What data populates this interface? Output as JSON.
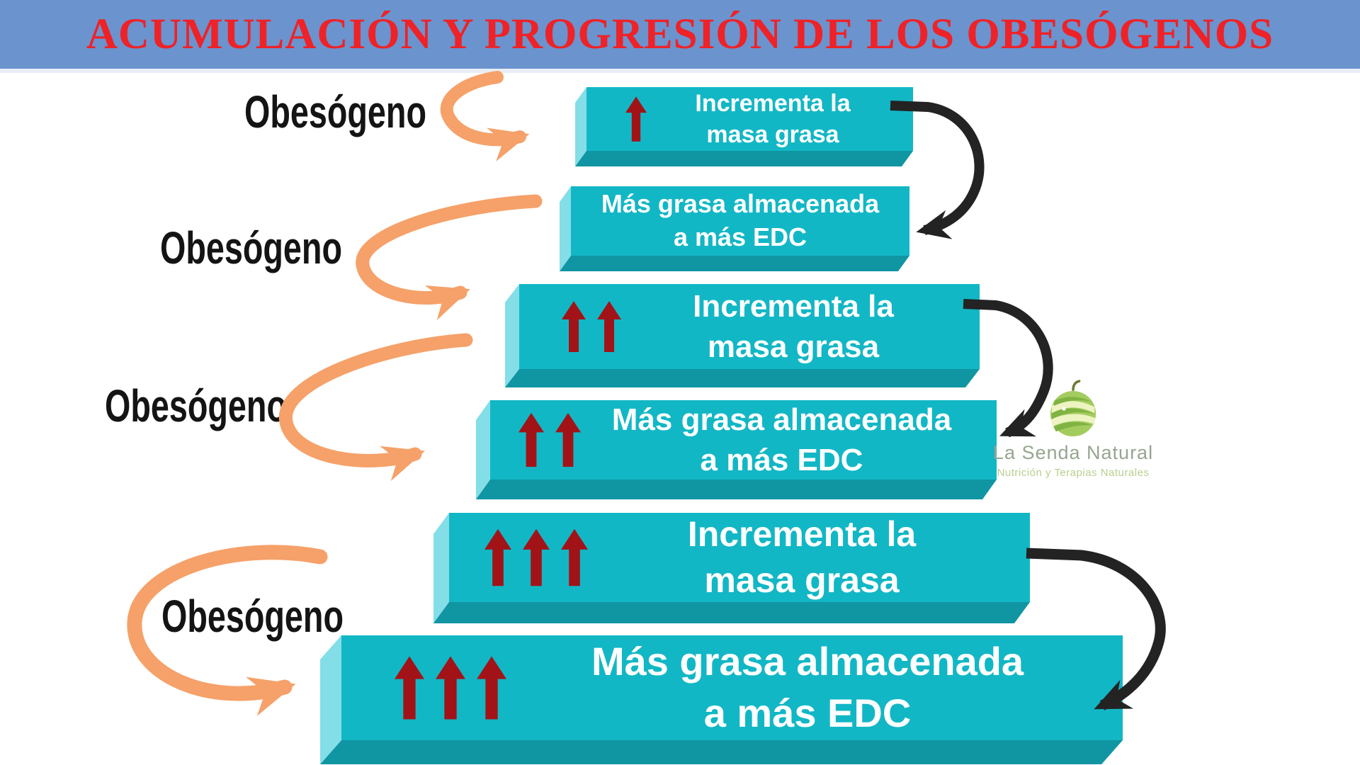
{
  "header": {
    "title": "ACUMULACIÓN Y PROGRESIÓN DE LOS OBESÓGENOS"
  },
  "side_labels": [
    "Obesógeno",
    "Obesógeno",
    "Obesógeno",
    "Obesógeno"
  ],
  "boxes": [
    {
      "line1": "Incrementa la",
      "line2": "masa grasa",
      "up_arrows": 1
    },
    {
      "line1": "Más grasa almacenada",
      "line2": "a más EDC",
      "up_arrows": 0
    },
    {
      "line1": "Incrementa la",
      "line2": "masa grasa",
      "up_arrows": 2
    },
    {
      "line1": "Más grasa almacenada",
      "line2": "a más EDC",
      "up_arrows": 2
    },
    {
      "line1": "Incrementa la",
      "line2": "masa grasa",
      "up_arrows": 3
    },
    {
      "line1": "Más grasa almacenada",
      "line2": "a más EDC",
      "up_arrows": 3
    }
  ],
  "logo": {
    "name": "La Senda Natural",
    "tagline": "Nutrición y Terapias Naturales"
  },
  "colors": {
    "header_bg": "#6b93ce",
    "header_text": "#ee2227",
    "box_face": "#12b7c5",
    "box_side_light": "#83dee8",
    "box_bottom_dark": "#1095a3",
    "up_arrow_red": "#a21318",
    "curve_orange": "#f5a169",
    "curve_black": "#232323",
    "label_text": "#141414"
  }
}
